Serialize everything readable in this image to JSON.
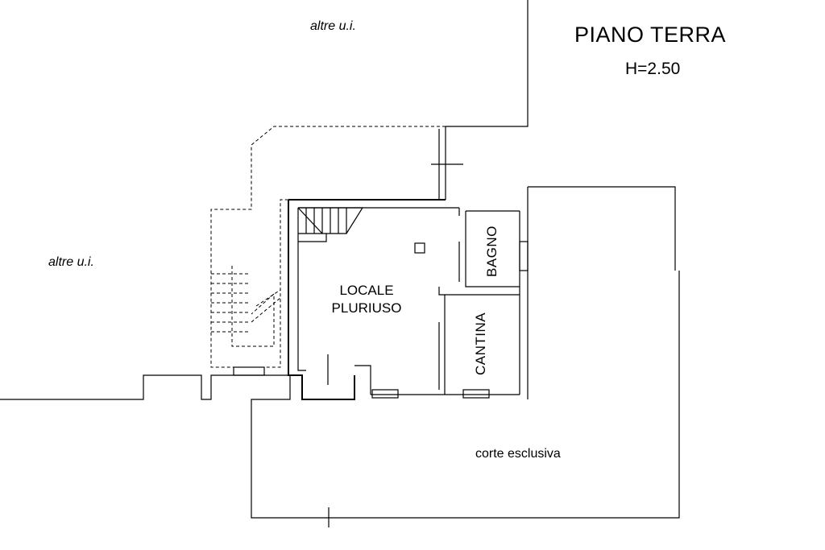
{
  "floor": {
    "title": "PIANO TERRA",
    "height": "H=2.50"
  },
  "labels": {
    "others_top": "altre u.i.",
    "others_left": "altre u.i.",
    "locale_line1": "LOCALE",
    "locale_line2": "PLURIUSO",
    "bagno": "BAGNO",
    "cantina": "CANTINA",
    "corte": "corte esclusiva"
  },
  "colors": {
    "line": "#000000",
    "background": "#ffffff"
  }
}
